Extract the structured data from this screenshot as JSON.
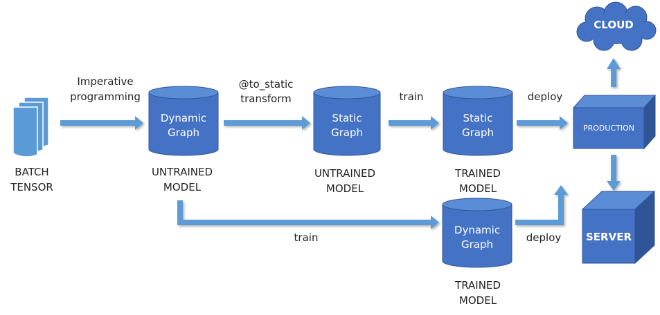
{
  "colors": {
    "node_fill": "#4472C4",
    "node_top": "#5B8DD6",
    "node_stroke": "#2F5597",
    "arrow": "#5B9BD5",
    "doc_fill": "#5B9BD5"
  },
  "icons": {
    "input": "document-stack-icon",
    "db": "cylinder-icon",
    "cloud": "cloud-icon",
    "box": "cube-icon"
  },
  "input": {
    "line1": "BATCH",
    "line2": "TENSOR"
  },
  "edges": {
    "imperative": {
      "line1": "Imperative",
      "line2": "programming"
    },
    "to_static": {
      "line1": "@to_static",
      "line2": "transform"
    },
    "train_top": "train",
    "deploy_top": "deploy",
    "train_bottom": "train",
    "deploy_bottom": "deploy"
  },
  "nodes": {
    "dyn_untrained": {
      "line1": "Dynamic",
      "line2": "Graph",
      "cap1": "UNTRAINED",
      "cap2": "MODEL"
    },
    "static_untrained": {
      "line1": "Static",
      "line2": "Graph",
      "cap1": "UNTRAINED",
      "cap2": "MODEL"
    },
    "static_trained": {
      "line1": "Static",
      "line2": "Graph",
      "cap1": "TRAINED",
      "cap2": "MODEL"
    },
    "dyn_trained": {
      "line1": "Dynamic",
      "line2": "Graph",
      "cap1": "TRAINED",
      "cap2": "MODEL"
    }
  },
  "production": "PRODUCTION",
  "cloud": "CLOUD",
  "server": "SERVER"
}
